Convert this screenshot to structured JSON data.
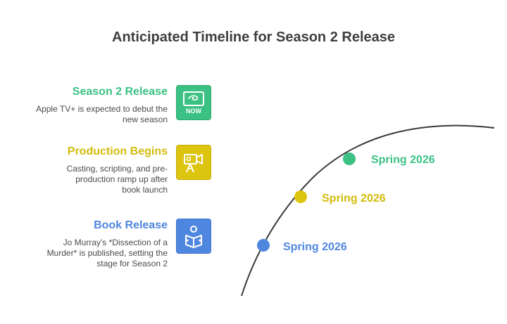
{
  "title": "Anticipated Timeline for Season 2 Release",
  "colors": {
    "green": "#3cc184",
    "yellow": "#dcc40f",
    "blue": "#4f86e0",
    "line": "#3a3a3a"
  },
  "milestones": [
    {
      "title": "Season 2 Release",
      "description": "Apple TV+ is expected to debut the new season",
      "icon": "tv-now-icon",
      "icon_text": "NOW",
      "color": "#3cc184"
    },
    {
      "title": "Production Begins",
      "description": "Casting, scripting, and pre-production ramp up after book launch",
      "icon": "film-camera-icon",
      "color": "#dcc40f"
    },
    {
      "title": "Book Release",
      "description": "Jo Murray's *Dissection of a Murder* is published, setting the stage for Season 2",
      "icon": "reader-book-icon",
      "color": "#4f86e0"
    }
  ],
  "timeline": {
    "points": [
      {
        "label": "Spring 2026",
        "color": "#3cc184"
      },
      {
        "label": "Spring 2026",
        "color": "#dcc40f"
      },
      {
        "label": "Spring 2026",
        "color": "#4f86e0"
      }
    ]
  }
}
